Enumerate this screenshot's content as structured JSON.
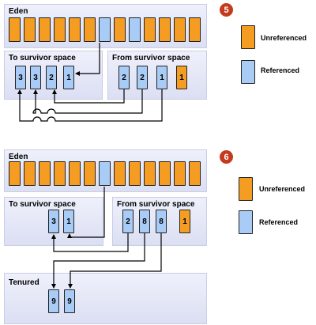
{
  "legend": {
    "unreferenced_label": "Unreferenced",
    "referenced_label": "Referenced",
    "unreferenced_color": "#f59d22",
    "referenced_color": "#a8ccf6",
    "step_color": "#c43a1d"
  },
  "panels": [
    {
      "step": "5",
      "eden": {
        "label": "Eden",
        "objects": [
          "u",
          "u",
          "u",
          "u",
          "u",
          "u",
          "r",
          "u",
          "r",
          "u",
          "u",
          "u",
          "u"
        ]
      },
      "to_survivor": {
        "label": "To survivor  space",
        "objects": [
          {
            "age": "3",
            "kind": "r"
          },
          {
            "age": "3",
            "kind": "r"
          },
          {
            "age": "2",
            "kind": "r"
          },
          {
            "age": "1",
            "kind": "r"
          }
        ]
      },
      "from_survivor": {
        "label": "From survivor  space",
        "objects": [
          {
            "age": "2",
            "kind": "r"
          },
          {
            "age": "2",
            "kind": "r"
          },
          {
            "age": "1",
            "kind": "r"
          },
          {
            "age": "1",
            "kind": "u"
          }
        ]
      }
    },
    {
      "step": "6",
      "eden": {
        "label": "Eden",
        "objects": [
          "u",
          "u",
          "u",
          "u",
          "u",
          "u",
          "r",
          "u",
          "u",
          "u",
          "u",
          "u",
          "u"
        ]
      },
      "to_survivor": {
        "label": "To survivor  space",
        "objects": [
          {
            "age": "3",
            "kind": "r"
          },
          {
            "age": "1",
            "kind": "r"
          }
        ]
      },
      "from_survivor": {
        "label": "From survivor  space",
        "objects": [
          {
            "age": "2",
            "kind": "r"
          },
          {
            "age": "8",
            "kind": "r"
          },
          {
            "age": "8",
            "kind": "r"
          },
          {
            "age": "1",
            "kind": "u"
          }
        ]
      },
      "tenured": {
        "label": "Tenured",
        "objects": [
          {
            "age": "9",
            "kind": "r"
          },
          {
            "age": "9",
            "kind": "r"
          }
        ]
      }
    }
  ]
}
